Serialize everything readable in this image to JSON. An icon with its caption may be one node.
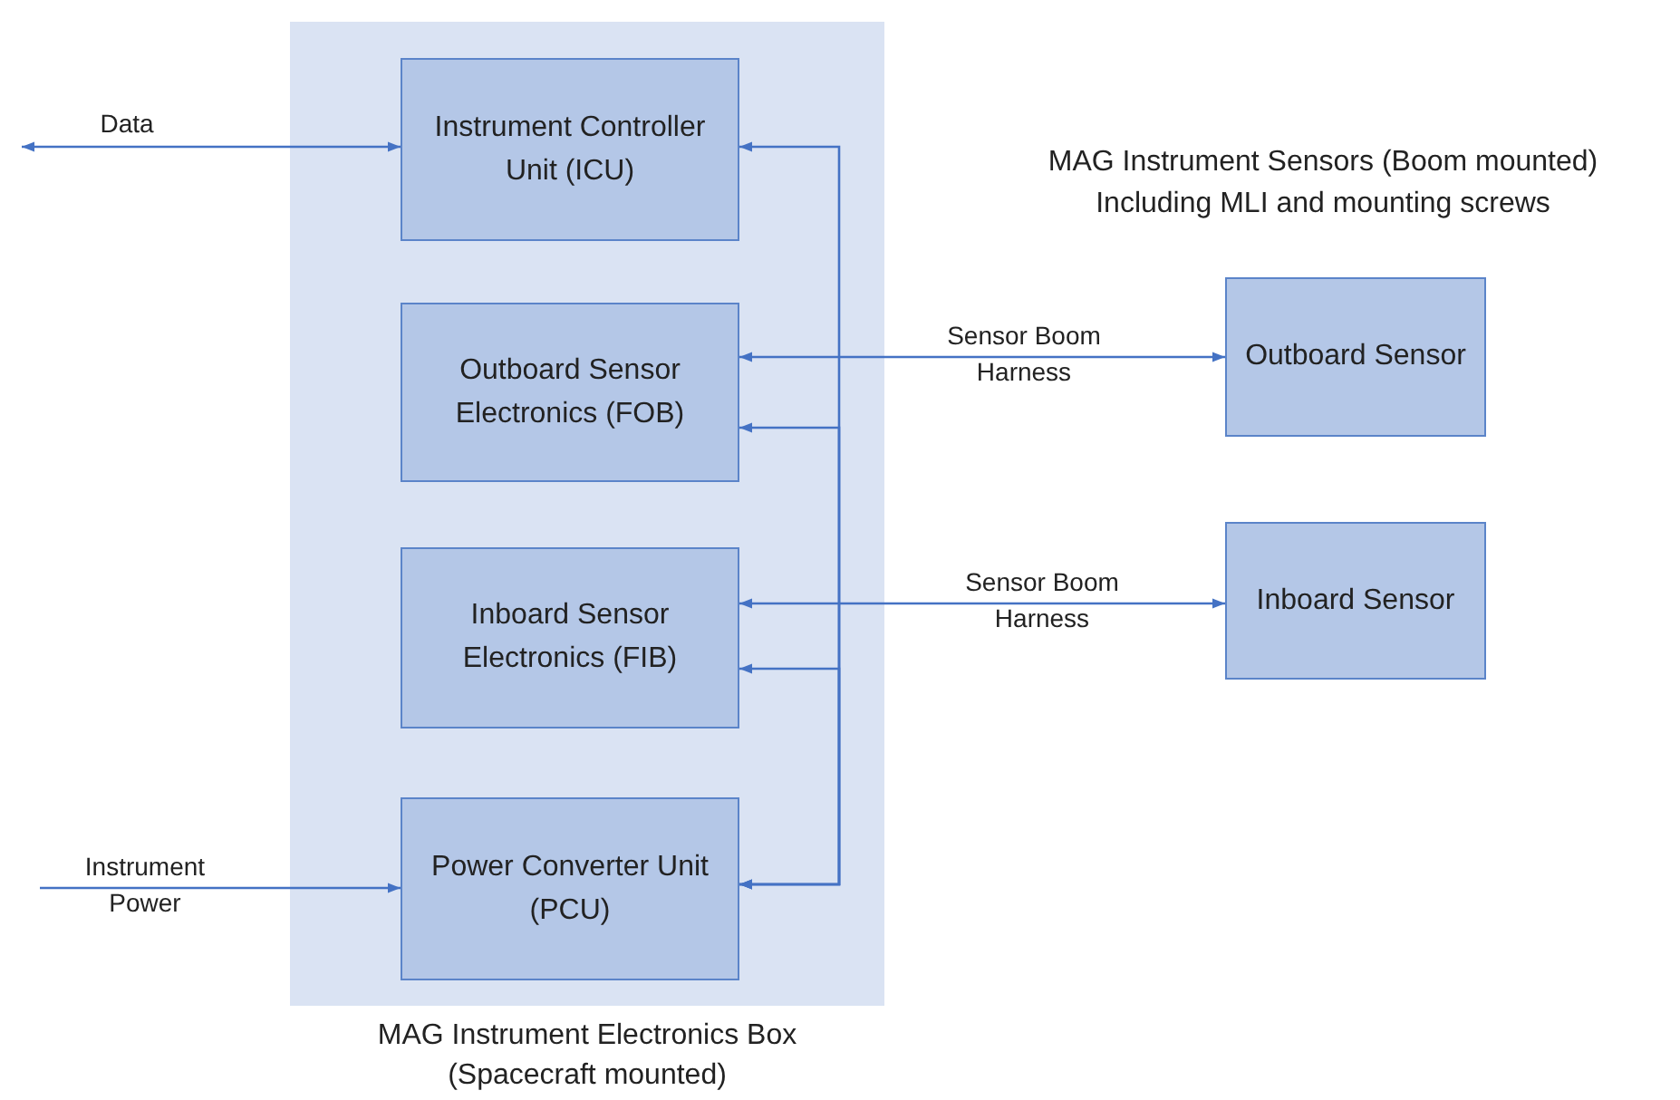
{
  "diagram": {
    "nodes": [
      {
        "text": [
          "MAG Instrument Electronics Box (Spacecraft mounted)"
        ]
      },
      {
        "text": [
          "Instrument Controller Unit (ICU)"
        ],
        "in": 0
      },
      {
        "text": [
          "Outboard Sensor Electronics (FOB)"
        ],
        "in": 0
      },
      {
        "text": [
          "Inboard Sensor Electronics (FIB)"
        ],
        "in": 0
      },
      {
        "text": [
          "Power Converter Unit (PCU)"
        ],
        "in": 0
      },
      {
        "text": [
          "Outboard Sensor"
        ]
      },
      {
        "text": [
          "Inboard Sensor"
        ]
      }
    ],
    "edges": [
      {
        "from": null,
        "to": 1,
        "arrow": "both",
        "label": "Data"
      },
      {
        "from": 2,
        "to": 5,
        "arrow": "both",
        "label": "Sensor Boom Harness"
      },
      {
        "from": 3,
        "to": 6,
        "arrow": "both",
        "label": "Sensor Boom Harness"
      },
      {
        "from": null,
        "to": 4,
        "arrow": "to",
        "label": "Instrument Power"
      },
      {
        "from": 4,
        "to": 1,
        "arrow": "both"
      },
      {
        "from": 4,
        "to": 2,
        "arrow": "both"
      },
      {
        "from": 4,
        "to": 3,
        "arrow": "both"
      }
    ],
    "labels": [
      "MAG Instrument Sensors (Boom mounted) Including MLI and mounting screws"
    ]
  }
}
